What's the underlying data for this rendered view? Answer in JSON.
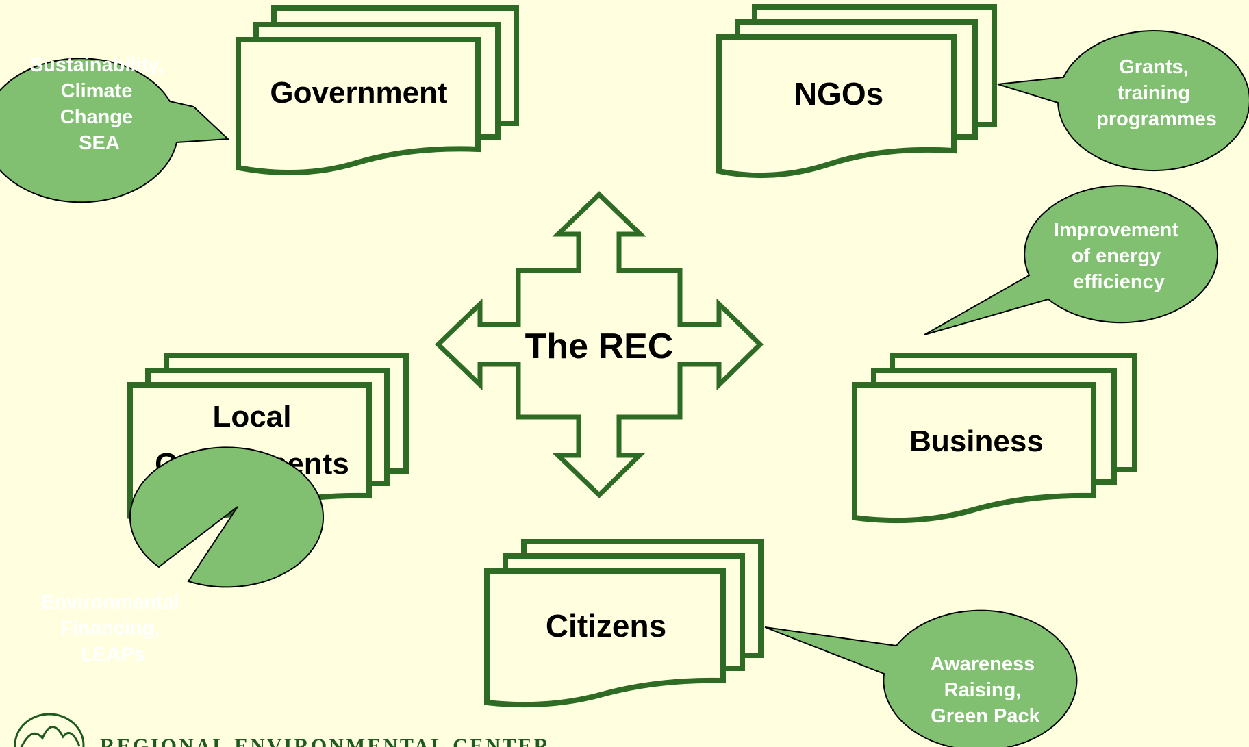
{
  "colors": {
    "background": "#FFFFE0",
    "doc_stroke": "#2E6B25",
    "doc_fill": "#FFFFE0",
    "bubble_fill": "#80C070",
    "bubble_stroke": "#000000",
    "bubble_text": "#FFFFFF",
    "label_text": "#000000"
  },
  "center": {
    "label": "The REC"
  },
  "stakeholders": {
    "government": {
      "label": "Government"
    },
    "ngos": {
      "label": "NGOs"
    },
    "local_governments": {
      "line1": "Local",
      "line2": "Governments"
    },
    "business": {
      "label": "Business"
    },
    "citizens": {
      "label": "Citizens"
    }
  },
  "callouts": {
    "government": {
      "lines": [
        "Sustainability,",
        "Climate",
        "Change",
        "SEA"
      ]
    },
    "ngos": {
      "lines": [
        "Grants,",
        "training",
        "programmes"
      ]
    },
    "business": {
      "lines": [
        "Improvement",
        "of energy",
        "efficiency"
      ]
    },
    "local_governments": {
      "lines": [
        "Environmental",
        "Financing,",
        "LEAPs"
      ]
    },
    "citizens": {
      "lines": [
        "Awareness",
        "Raising,",
        "Green Pack"
      ]
    }
  },
  "footer": {
    "organization": "REGIONAL ENVIRONMENTAL CENTER",
    "logo": "rec-logo"
  }
}
